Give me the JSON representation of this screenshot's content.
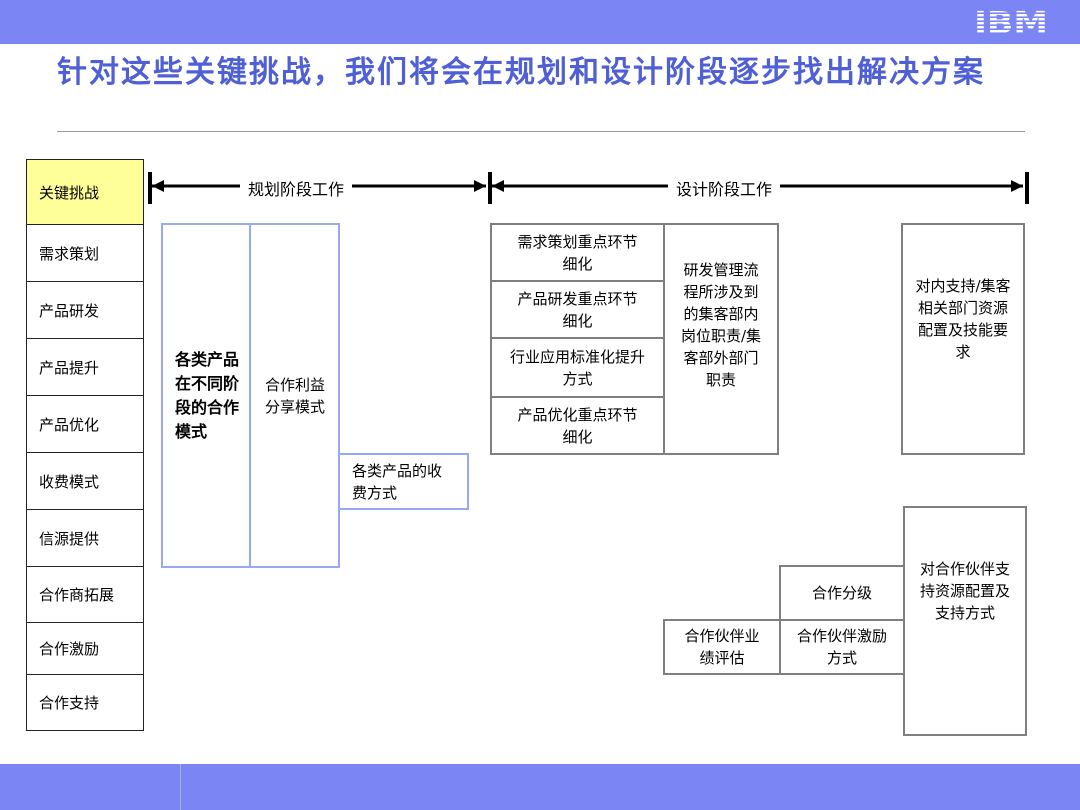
{
  "title": "针对这些关键挑战，我们将会在规划和设计阶段逐步找出解决方案",
  "logo": "IBM",
  "sidebar": {
    "items": [
      {
        "label": "关键挑战"
      },
      {
        "label": "需求策划"
      },
      {
        "label": "产品研发"
      },
      {
        "label": "产品提升"
      },
      {
        "label": "产品优化"
      },
      {
        "label": "收费模式"
      },
      {
        "label": "信源提供"
      },
      {
        "label": "合作商拓展"
      },
      {
        "label": "合作激励"
      },
      {
        "label": "合作支持"
      }
    ]
  },
  "phases": {
    "planning": "规划阶段工作",
    "design": "设计阶段工作"
  },
  "planning_boxes": {
    "cooperation_model": "各类产品在不同阶段的合作模式",
    "profit_sharing": "合作利益分享模式",
    "charging_method": "各类产品的收费方式"
  },
  "design_boxes": {
    "demand_planning": "需求策划重点环节细化",
    "product_rd": "产品研发重点环节细化",
    "industry_app": "行业应用标准化提升方式",
    "product_opt": "产品优化重点环节细化",
    "rd_management": "研发管理流程所涉及到的集客部内岗位职责/集客部外部门职责",
    "internal_support": "对内支持/集客相关部门资源配置及技能要求",
    "partner_grading": "合作分级",
    "partner_evaluation": "合作伙伴业绩评估",
    "partner_incentive": "合作伙伴激励方式",
    "partner_support": "对合作伙伴支持资源配置及支持方式"
  },
  "colors": {
    "band": "#7b86f4",
    "title": "#4f5fd6",
    "highlight": "#ffff99",
    "blue_border": "#99a8f2",
    "gray_border": "#7f7f7f"
  }
}
